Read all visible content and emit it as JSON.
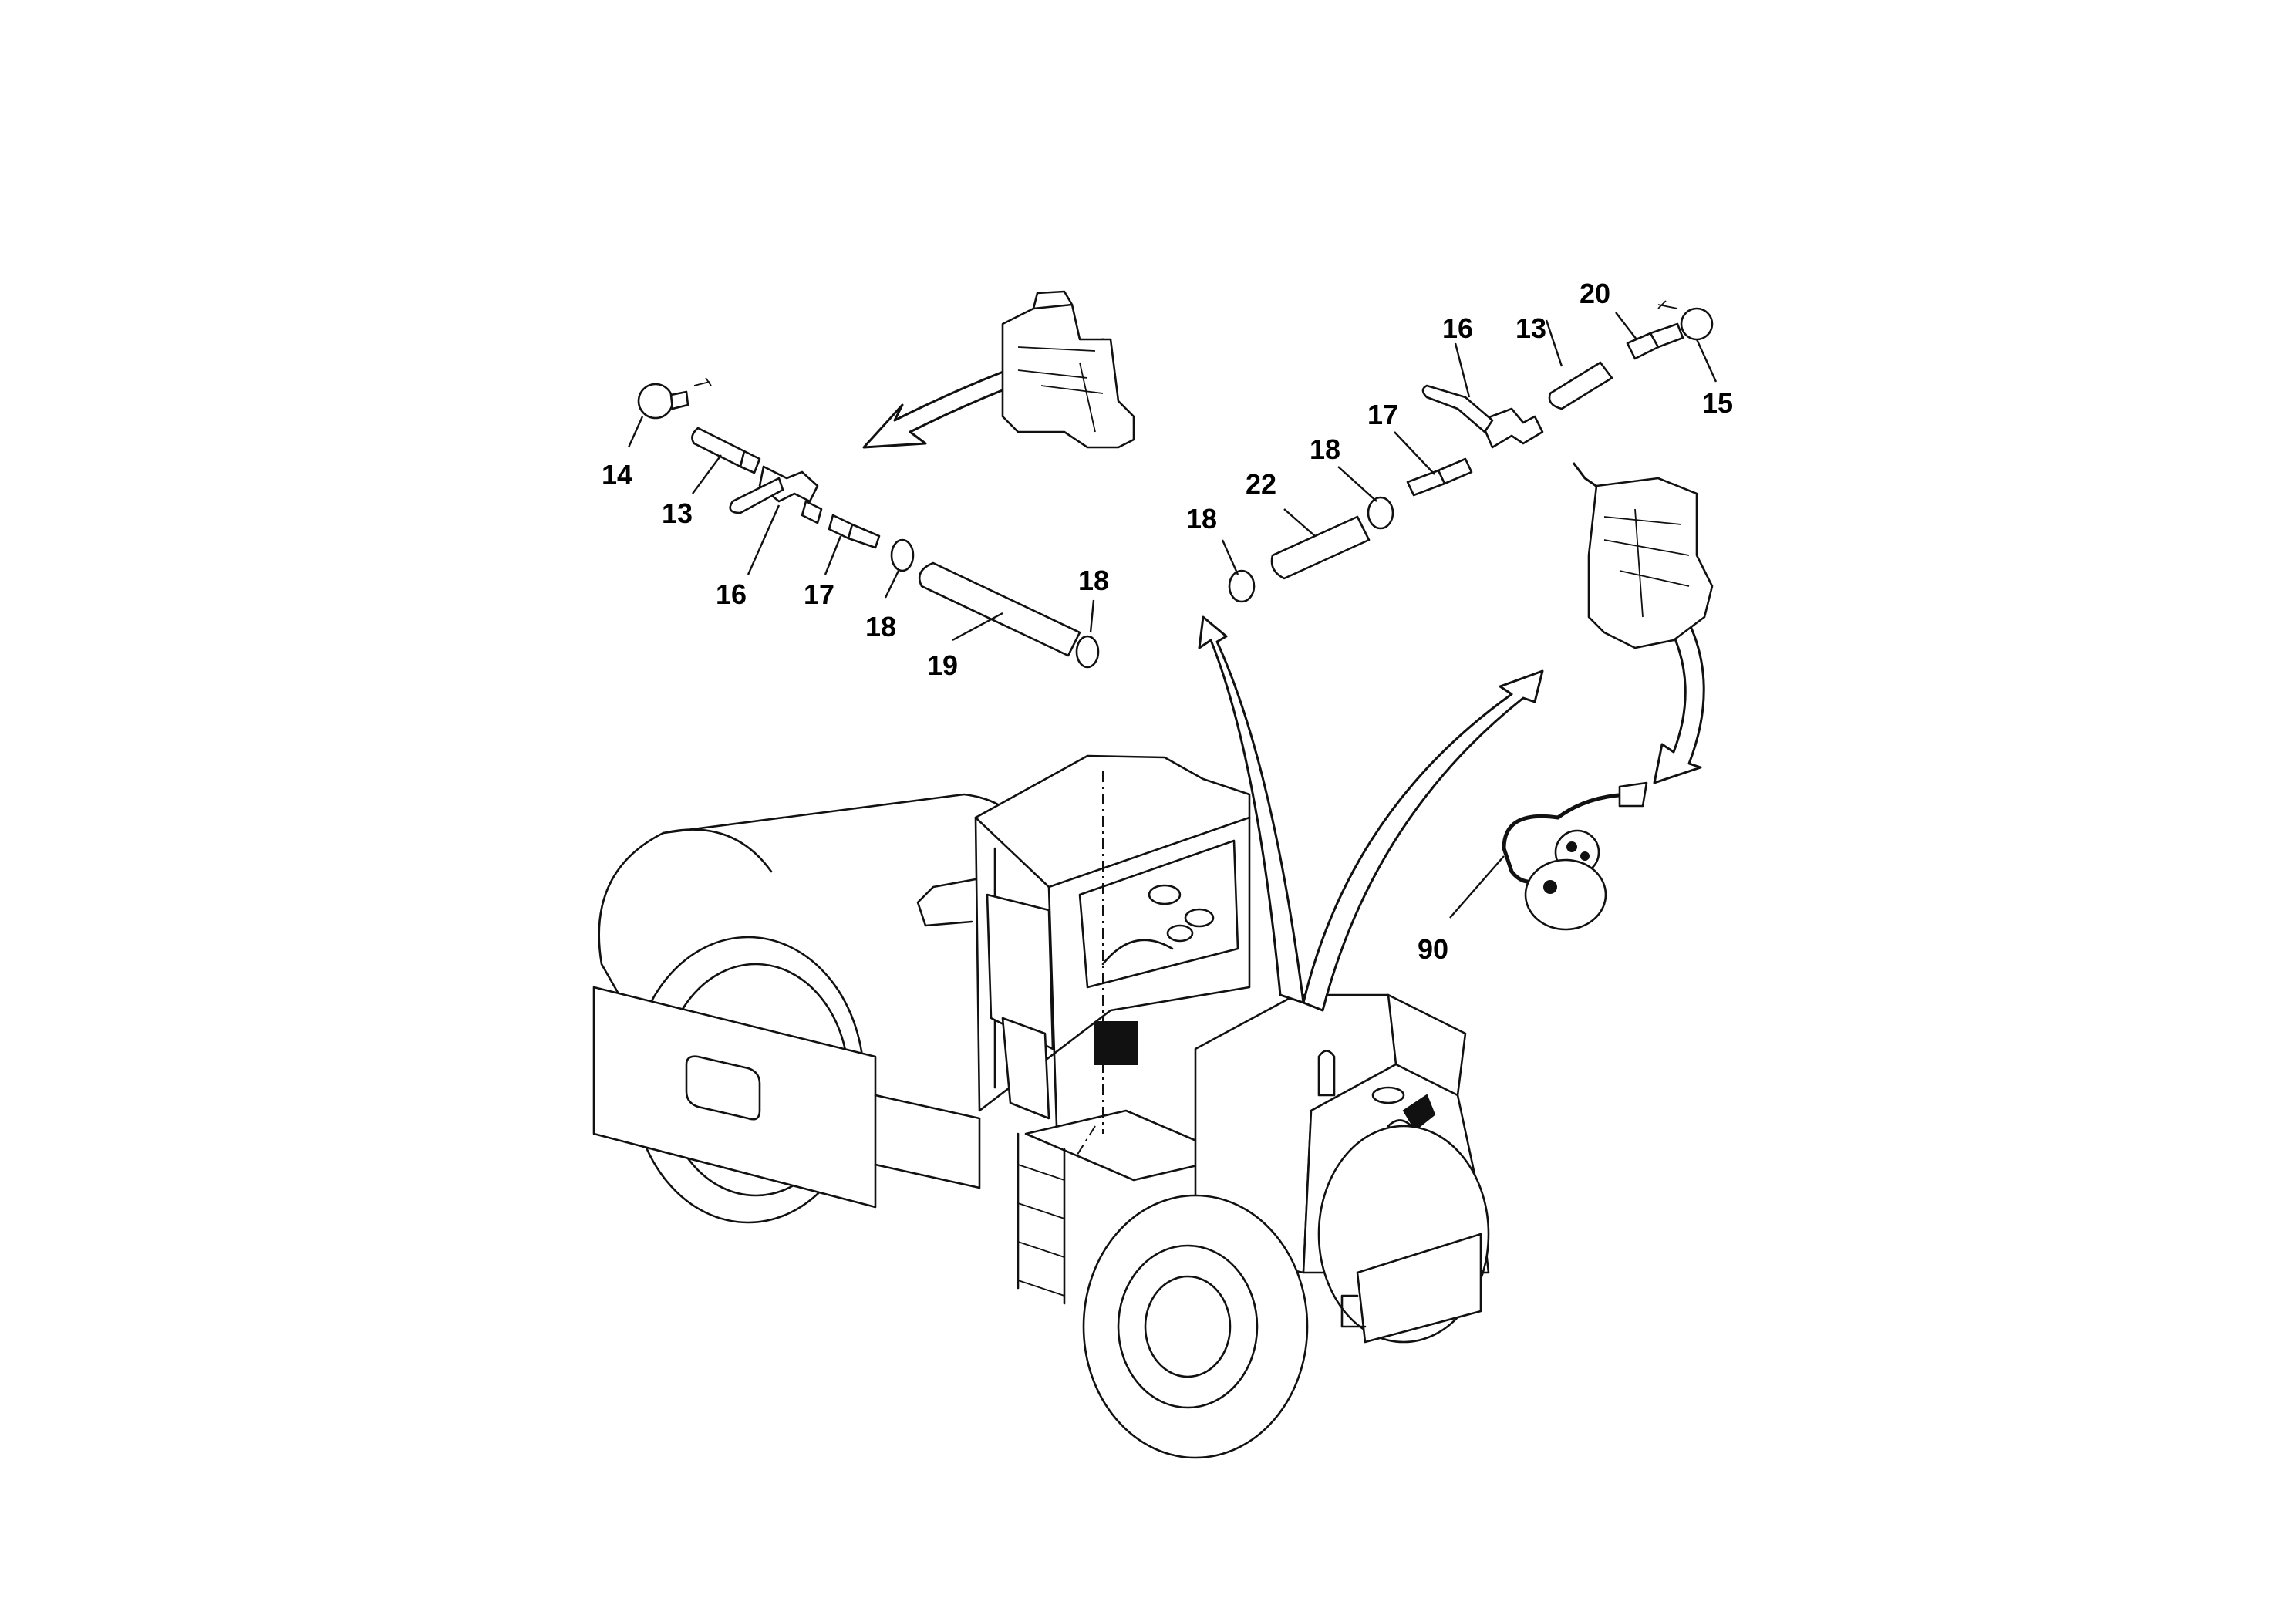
{
  "callouts": {
    "left_assembly": {
      "c14": "14",
      "c13": "13",
      "c16": "16",
      "c17": "17",
      "c18_a": "18",
      "c18_b": "18",
      "c19": "19"
    },
    "right_assembly": {
      "c16": "16",
      "c13": "13",
      "c20": "20",
      "c15": "15",
      "c17": "17",
      "c18_a": "18",
      "c22": "22",
      "c18_b": "18"
    },
    "sensor": {
      "c90": "90"
    }
  }
}
